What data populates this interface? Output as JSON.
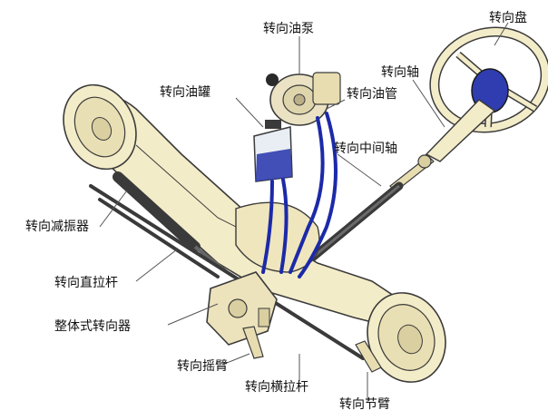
{
  "labels": {
    "steering_wheel": "转向盘",
    "power_steering_pump": "转向油泵",
    "steering_shaft": "转向轴",
    "reservoir": "转向油罐",
    "oil_pipe": "转向油管",
    "intermediate_shaft": "转向中间轴",
    "steering_damper": "转向减振器",
    "drag_link": "转向直拉杆",
    "integral_gear": "整体式转向器",
    "pitman_arm": "转向摇臂",
    "tie_rod": "转向横拉杆",
    "knuckle_arm": "转向节臂"
  },
  "colors": {
    "axle": "#f3ecc8",
    "axle_stroke": "#3b3b3b",
    "fluid": "#2f3db0",
    "hose": "#1c2aa8",
    "rod": "#3a3a3a",
    "leader": "#555555"
  }
}
